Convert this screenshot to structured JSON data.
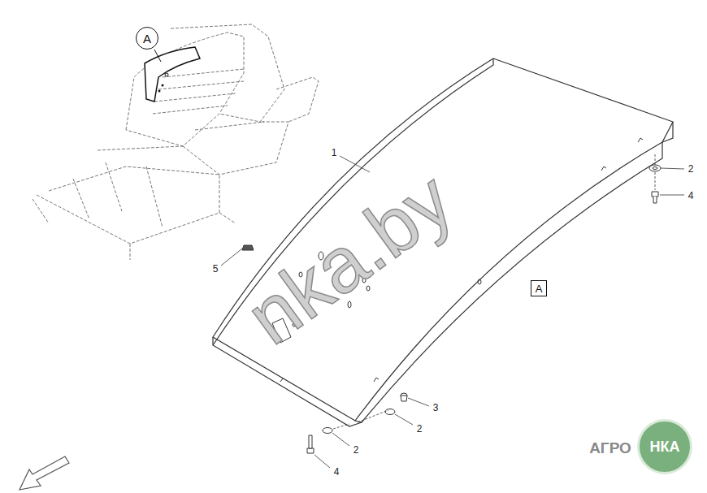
{
  "diagram": {
    "nodes": [
      {
        "text": [
          "A"
        ]
      },
      {
        "text": [
          "A"
        ]
      },
      {
        "text": [
          "НКА"
        ]
      }
    ],
    "edges": [],
    "labels": [
      "1",
      "2",
      "4",
      "5",
      "3",
      "2",
      "2",
      "4",
      "nka.by",
      "АГРО"
    ]
  }
}
